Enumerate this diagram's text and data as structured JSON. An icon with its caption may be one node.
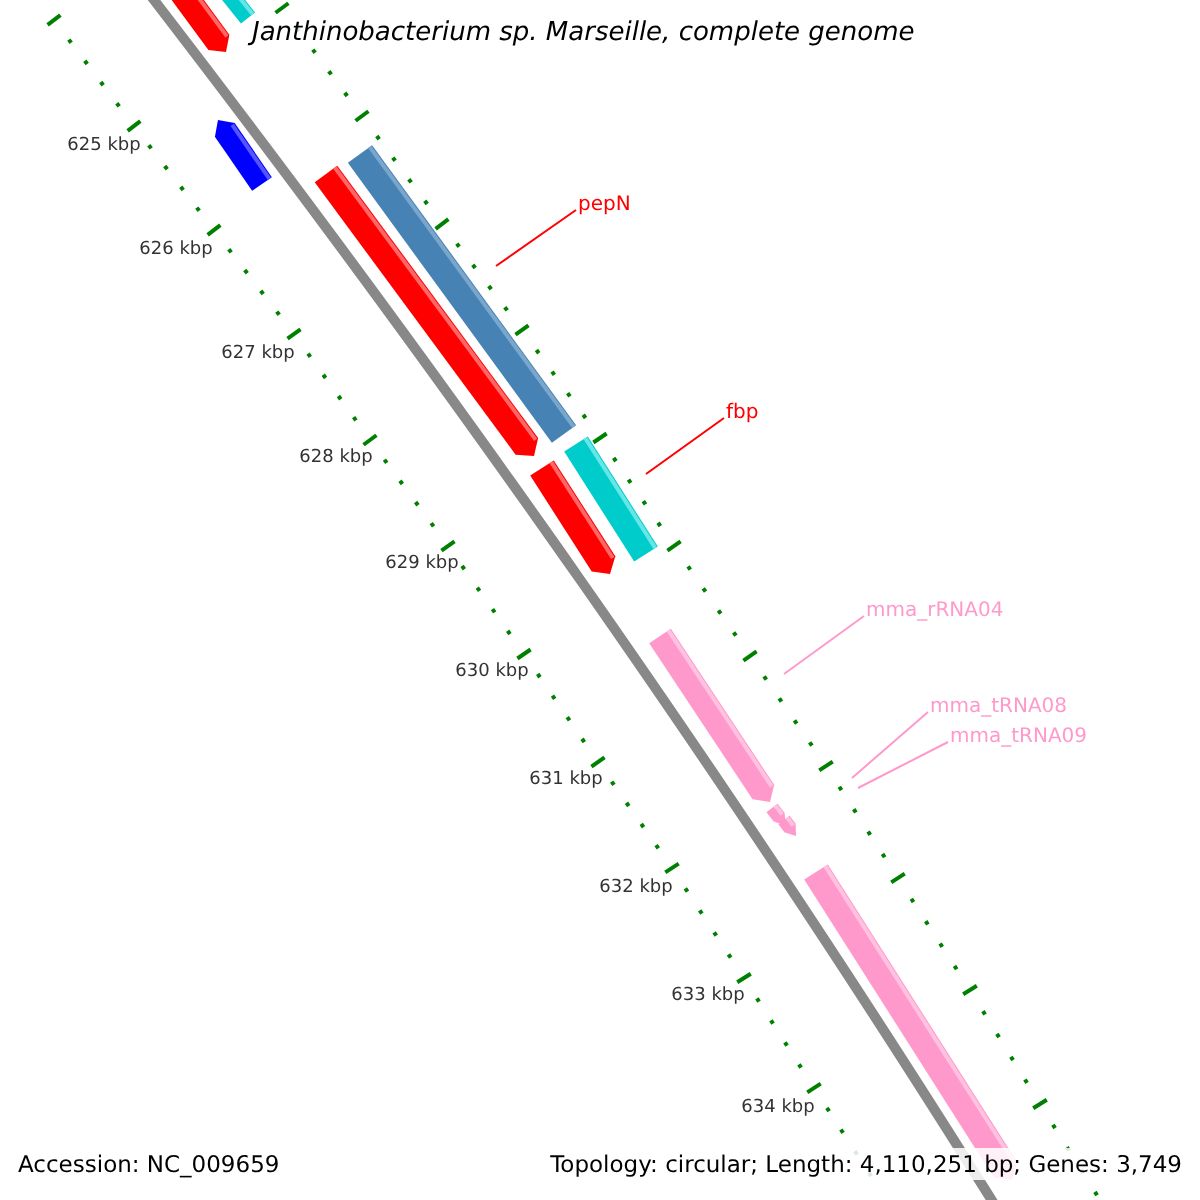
{
  "diagram": {
    "title": "Janthinobacterium sp. Marseille, complete genome",
    "nodes": [
      {
        "text": [
          "pepN"
        ]
      },
      {
        "text": [
          "fbp"
        ]
      },
      {
        "text": [
          "mma_rRNA04"
        ]
      },
      {
        "text": [
          "mma_tRNA08"
        ]
      },
      {
        "text": [
          "mma_tRNA09"
        ]
      }
    ],
    "edges": [
      {
        "from": 0,
        "to": null,
        "arrow": "none",
        "color": "#ff0000"
      },
      {
        "from": 1,
        "to": null,
        "arrow": "none",
        "color": "#ff0000"
      },
      {
        "from": 2,
        "to": null,
        "arrow": "none"
      },
      {
        "from": 3,
        "to": null,
        "arrow": "none"
      },
      {
        "from": 4,
        "to": null,
        "arrow": "none"
      }
    ],
    "labels": [
      "625 kbp",
      "626 kbp",
      "627 kbp",
      "628 kbp",
      "629 kbp",
      "630 kbp",
      "631 kbp",
      "632 kbp",
      "633 kbp",
      "634 kbp",
      "Accession: NC_009659",
      "Topology: circular; Length: 4,110,251 bp; Genes: 3,749"
    ]
  }
}
